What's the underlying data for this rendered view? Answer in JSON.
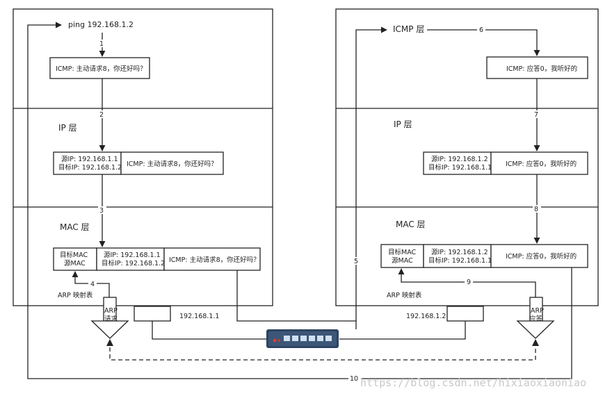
{
  "left_host": {
    "command": "ping 192.168.1.2",
    "icmp_packet": "ICMP: 主动请求8，你还好吗？",
    "ip_layer": "IP 层",
    "mac_layer": "MAC 层",
    "ip_header": [
      "源IP: 192.168.1.1",
      "目标IP: 192.168.1.2"
    ],
    "mac_header": [
      "目标MAC",
      "源MAC"
    ],
    "arp_table": "ARP 映射表",
    "arp_buffer": [
      "ARP",
      "请求"
    ],
    "address": "192.168.1.1"
  },
  "right_host": {
    "icmp_layer": "ICMP 层",
    "icmp_packet": "ICMP: 应答0，我听好的",
    "ip_layer": "IP 层",
    "mac_layer": "MAC 层",
    "ip_header": [
      "源IP: 192.168.1.2",
      "目标IP: 192.168.1.1"
    ],
    "mac_header": [
      "目标MAC",
      "源MAC"
    ],
    "arp_table": "ARP 映射表",
    "arp_buffer": [
      "ARP",
      "应答"
    ],
    "address": "192.168.1.2"
  },
  "step_numbers": [
    "1",
    "2",
    "3",
    "4",
    "5",
    "6",
    "7",
    "8",
    "9",
    "10"
  ],
  "watermark": "https://blog.csdn.net/hixiaoxiaoniao",
  "colors": {
    "switch_body": "#2d4361",
    "switch_led": "#e23b2e",
    "port": "#cfe0f0"
  }
}
